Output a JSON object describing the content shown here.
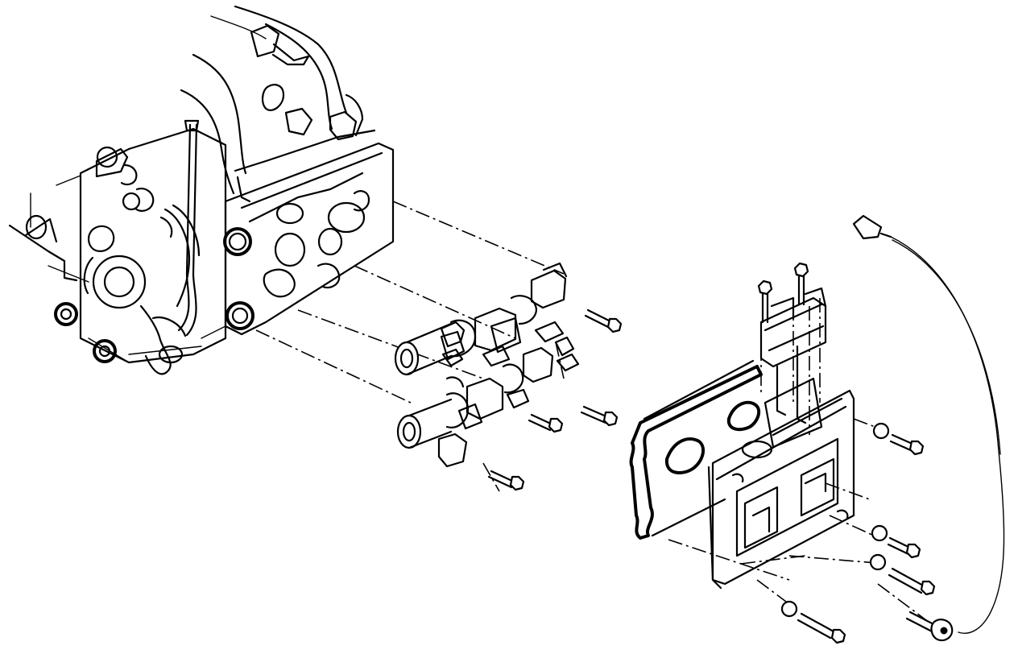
{
  "figure": {
    "type": "exploded-parts-diagram",
    "parts": [
      {
        "name": "engine-cylinder-head-assembly"
      },
      {
        "name": "camshaft-upper"
      },
      {
        "name": "camshaft-lower"
      },
      {
        "name": "camshaft-bearing-caps"
      },
      {
        "name": "cap-bolts"
      },
      {
        "name": "camshaft-oil-seals"
      },
      {
        "name": "valve-cover-gasket"
      },
      {
        "name": "spark-plug-hole-gaskets"
      },
      {
        "name": "valve-cover"
      },
      {
        "name": "ignition-coil-bracket"
      },
      {
        "name": "valve-cover-bolts"
      },
      {
        "name": "sensor-cable"
      }
    ]
  }
}
